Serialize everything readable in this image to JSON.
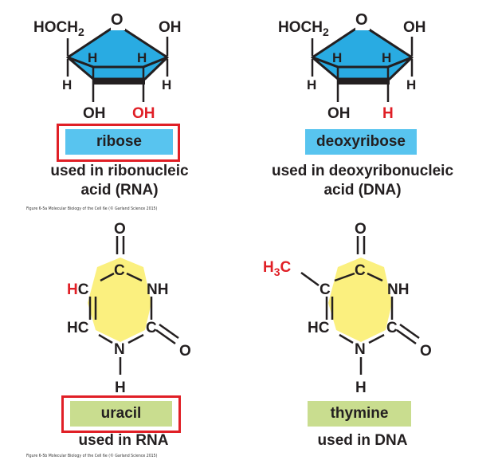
{
  "colors": {
    "sugar_fill": "#29abe2",
    "base_fill": "#fbf07f",
    "name_box_sugar": "#58c4ef",
    "name_box_base": "#c9dd8f",
    "highlight": "#e01f26"
  },
  "ribose": {
    "hoch2": "HOCH",
    "sub2": "2",
    "o": "O",
    "oh_right": "OH",
    "h1": "H",
    "h2": "H",
    "h3": "H",
    "h4": "H",
    "oh_bottom_left": "OH",
    "oh_bottom_right": "OH",
    "name": "ribose",
    "usage_line1": "used in ribonucleic",
    "usage_line2": "acid (RNA)"
  },
  "deoxyribose": {
    "hoch2": "HOCH",
    "sub2": "2",
    "o": "O",
    "oh_right": "OH",
    "h1": "H",
    "h2": "H",
    "h3": "H",
    "h4": "H",
    "oh_bottom_left": "OH",
    "h_bottom_right": "H",
    "name": "deoxyribose",
    "usage_line1": "used in deoxyribonucleic",
    "usage_line2": "acid (DNA)"
  },
  "caption_top": "Figure 6-5a  Molecular Biology of the Cell 6e (© Garland Science 2015)",
  "uracil": {
    "o_top": "O",
    "c_top": "C",
    "h_red": "H",
    "c_left_top": "C",
    "nh": "NH",
    "hc": "HC",
    "c_right": "C",
    "o_right": "O",
    "n": "N",
    "h_bottom": "H",
    "name": "uracil",
    "usage": "used in RNA"
  },
  "thymine": {
    "h3c_h": "H",
    "h3c_sub": "3",
    "h3c_c": "C",
    "o_top": "O",
    "c_top": "C",
    "c_left_top": "C",
    "nh": "NH",
    "hc": "HC",
    "c_right": "C",
    "o_right": "O",
    "n": "N",
    "h_bottom": "H",
    "name": "thymine",
    "usage": "used in DNA"
  },
  "caption_bottom": "Figure 6-5b  Molecular Biology of the Cell 6e (© Garland Science 2015)"
}
